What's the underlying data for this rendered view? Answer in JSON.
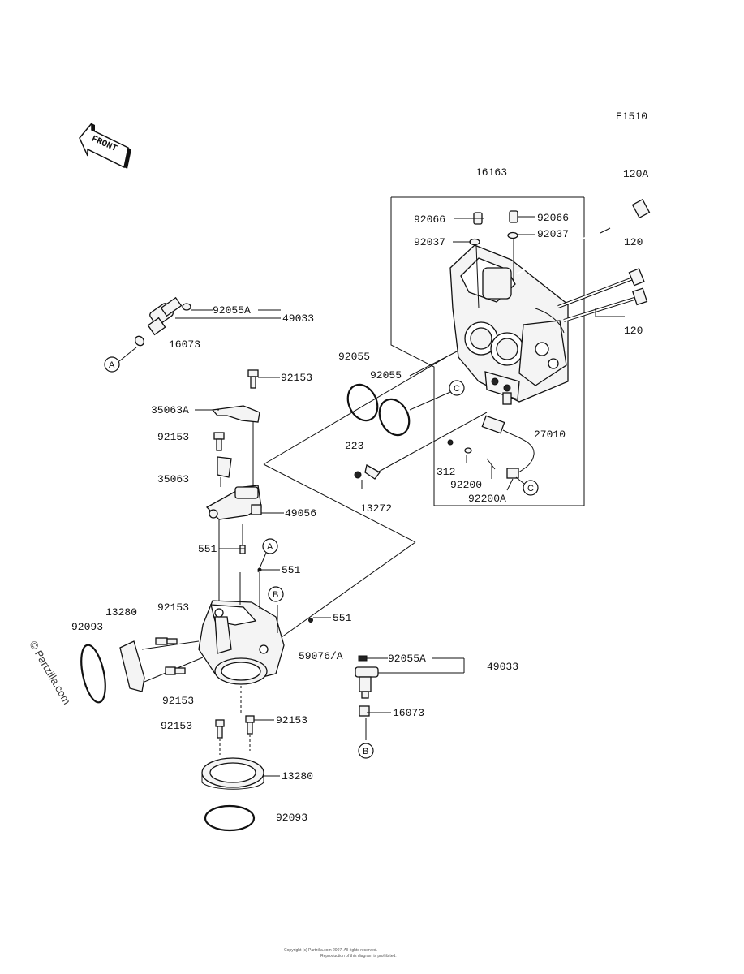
{
  "diagram_code": "E1510",
  "front_label": "FRONT",
  "watermark": "© Partzilla.com",
  "footer_line1": "Copyright (c) Partzilla.com 2007. All rights reserved.",
  "footer_line2": "Reproduction of this diagram is prohibited.",
  "callouts": {
    "a1": "A",
    "a2": "A",
    "b1": "B",
    "b2": "B",
    "c1": "C",
    "c2": "C"
  },
  "labels": {
    "p16163": "16163",
    "p120A": "120A",
    "p92066_l": "92066",
    "p92066_r": "92066",
    "p92037_l": "92037",
    "p92037_r": "92037",
    "p120_a": "120",
    "p120_b": "120",
    "p92055A_top": "92055A",
    "p49033_top": "49033",
    "p16073_top": "16073",
    "p92055_a": "92055",
    "p92055_b": "92055",
    "p92153_a": "92153",
    "p35063A": "35063A",
    "p92153_b": "92153",
    "p35063": "35063",
    "p27010": "27010",
    "p223": "223",
    "p312": "312",
    "p92200": "92200",
    "p92200A": "92200A",
    "p13272": "13272",
    "p49056": "49056",
    "p551_a": "551",
    "p551_b": "551",
    "p13280_a": "13280",
    "p92093_a": "92093",
    "p92153_c": "92153",
    "p551_c": "551",
    "p59076A": "59076/A",
    "p92055A_bot": "92055A",
    "p49033_bot": "49033",
    "p92153_d": "92153",
    "p92153_e": "92153",
    "p92153_f": "92153",
    "p16073_bot": "16073",
    "p13280_b": "13280",
    "p92093_b": "92093"
  }
}
